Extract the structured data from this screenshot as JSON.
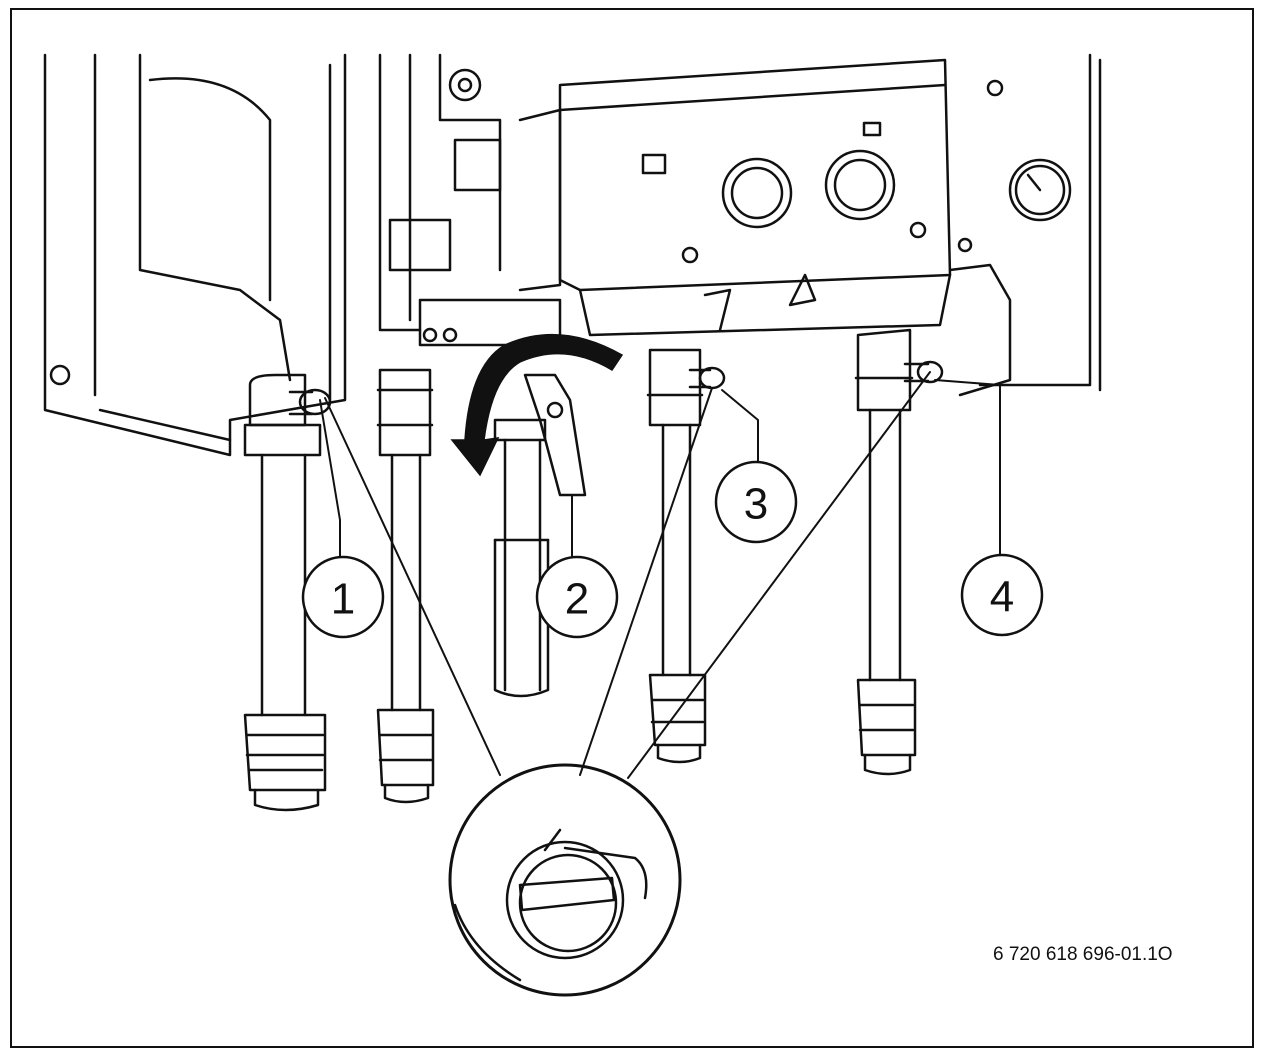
{
  "figure": {
    "id": "6 720 618 696-01.1O",
    "callouts": [
      {
        "label": "1",
        "meaning": ""
      },
      {
        "label": "2",
        "meaning": ""
      },
      {
        "label": "3",
        "meaning": ""
      },
      {
        "label": "4",
        "meaning": ""
      }
    ],
    "colors": {
      "line": "#111111",
      "background": "#ffffff"
    }
  }
}
